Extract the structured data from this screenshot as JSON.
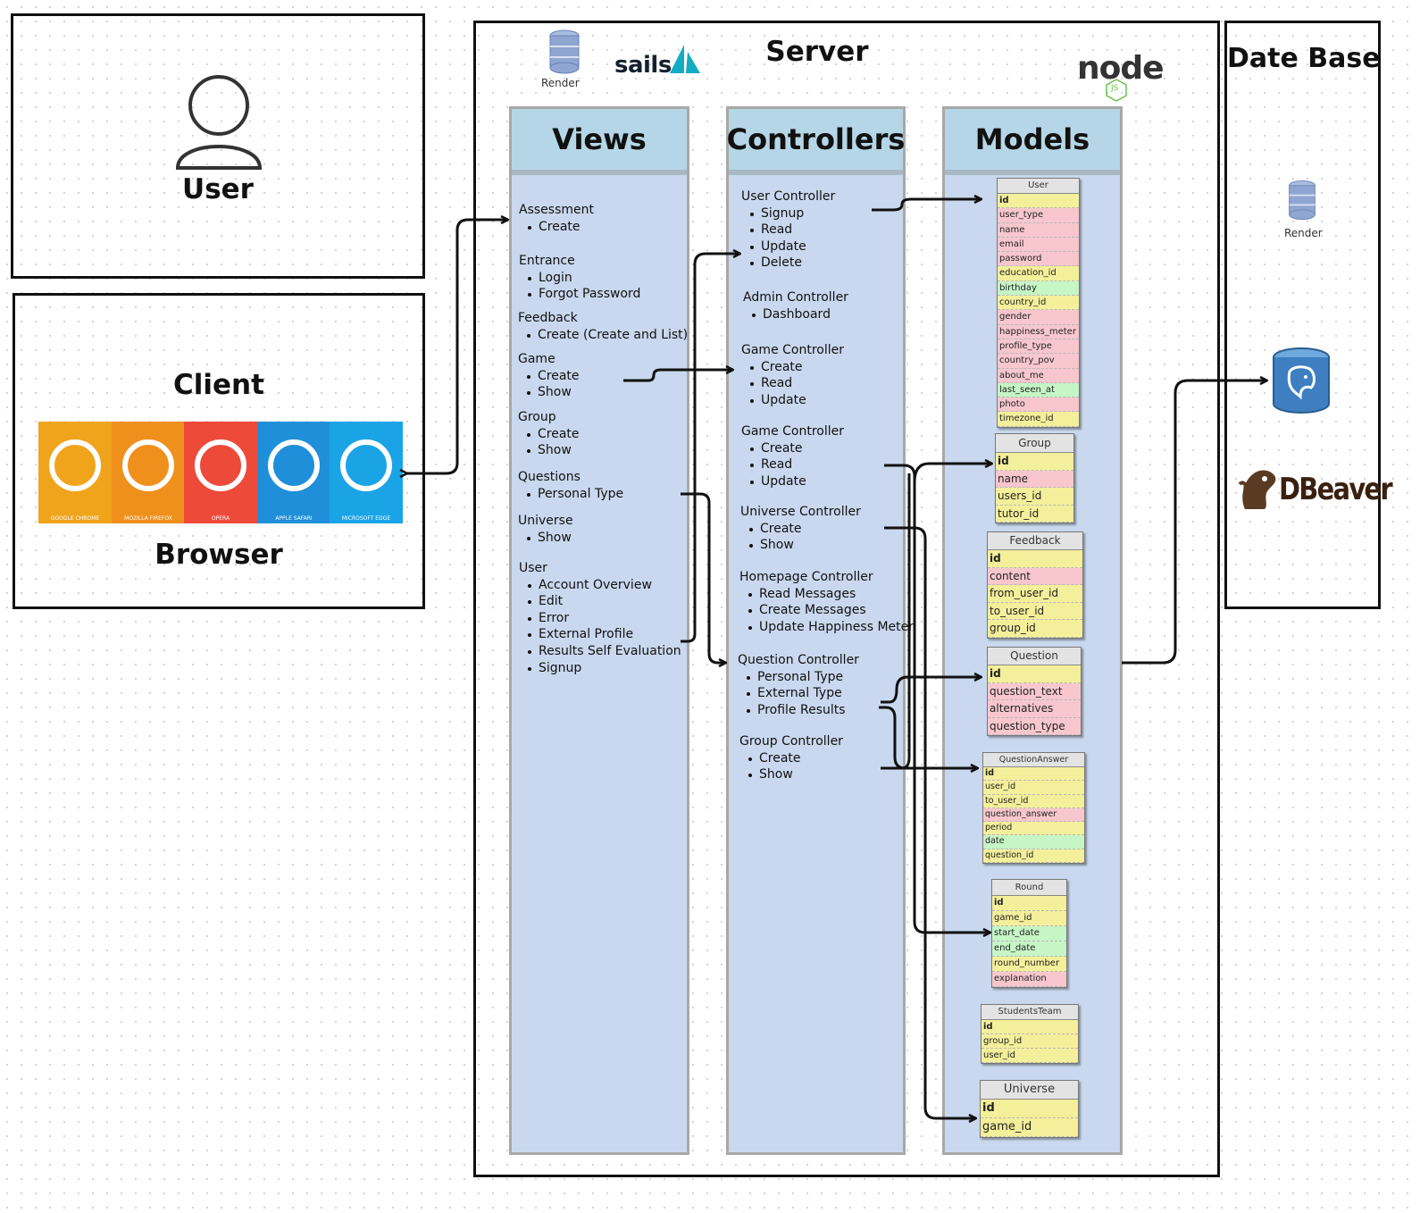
{
  "user_box": {
    "label": "User",
    "icon": "user-icon"
  },
  "client_box": {
    "title": "Client",
    "browsers_label": "Browser",
    "browsers": [
      {
        "name": "GOOGLE CHROME",
        "color": "#f0a41c"
      },
      {
        "name": "MOZILLA FIREFOX",
        "color": "#f0901c"
      },
      {
        "name": "OPERA",
        "color": "#ee4a3a"
      },
      {
        "name": "APPLE SAFARI",
        "color": "#1e8fd8"
      },
      {
        "name": "MICROSOFT EDGE",
        "color": "#1aa4e6"
      }
    ]
  },
  "server": {
    "title": "Server",
    "render_label": "Render",
    "sails_label": "sails",
    "node_label": "node",
    "node_sub": "JS"
  },
  "database": {
    "title": "Date Base",
    "render_label": "Render",
    "dbeaver_label": "DBeaver",
    "postgres_icon": "postgresql-elephant-icon"
  },
  "views": {
    "title": "Views",
    "groups": [
      {
        "title": "Assessment",
        "items": [
          "Create"
        ]
      },
      {
        "title": "Entrance",
        "items": [
          "Login",
          "Forgot Password"
        ]
      },
      {
        "title": "Feedback",
        "items": [
          "Create (Create and List)"
        ]
      },
      {
        "title": "Game",
        "items": [
          "Create",
          "Show"
        ]
      },
      {
        "title": "Group",
        "items": [
          "Create",
          "Show"
        ]
      },
      {
        "title": "Questions",
        "items": [
          "Personal Type"
        ]
      },
      {
        "title": "Universe",
        "items": [
          "Show"
        ]
      },
      {
        "title": "User",
        "items": [
          "Account Overview",
          "Edit",
          "Error",
          "External Profile",
          "Results Self Evaluation",
          "Signup"
        ]
      }
    ]
  },
  "controllers": {
    "title": "Controllers",
    "groups": [
      {
        "title": "User Controller",
        "items": [
          "Signup",
          "Read",
          "Update",
          "Delete"
        ]
      },
      {
        "title": "Admin Controller",
        "items": [
          "Dashboard"
        ]
      },
      {
        "title": "Game Controller",
        "items": [
          "Create",
          "Read",
          "Update"
        ]
      },
      {
        "title": "Game Controller",
        "items": [
          "Create",
          "Read",
          "Update"
        ]
      },
      {
        "title": "Universe Controller",
        "items": [
          "Create",
          "Show"
        ]
      },
      {
        "title": "Homepage Controller",
        "items": [
          "Read Messages",
          "Create Messages",
          "Update Happiness Meter"
        ]
      },
      {
        "title": "Question Controller",
        "items": [
          "Personal Type",
          "External Type",
          "Profile Results"
        ]
      },
      {
        "title": "Group Controller",
        "items": [
          "Create",
          "Show"
        ]
      }
    ]
  },
  "models": {
    "title": "Models",
    "tables": [
      {
        "name": "User",
        "fields": [
          {
            "n": "id",
            "c": "y",
            "b": true
          },
          {
            "n": "user_type",
            "c": "p"
          },
          {
            "n": "name",
            "c": "p"
          },
          {
            "n": "email",
            "c": "p"
          },
          {
            "n": "password",
            "c": "p"
          },
          {
            "n": "education_id",
            "c": "y"
          },
          {
            "n": "birthday",
            "c": "g"
          },
          {
            "n": "country_id",
            "c": "y"
          },
          {
            "n": "gender",
            "c": "p"
          },
          {
            "n": "happiness_meter",
            "c": "p"
          },
          {
            "n": "profile_type",
            "c": "p"
          },
          {
            "n": "country_pov",
            "c": "p"
          },
          {
            "n": "about_me",
            "c": "p"
          },
          {
            "n": "last_seen_at",
            "c": "g"
          },
          {
            "n": "photo",
            "c": "p"
          },
          {
            "n": "timezone_id",
            "c": "y"
          }
        ]
      },
      {
        "name": "Group",
        "fields": [
          {
            "n": "id",
            "c": "y",
            "b": true
          },
          {
            "n": "name",
            "c": "p"
          },
          {
            "n": "users_id",
            "c": "y"
          },
          {
            "n": "tutor_id",
            "c": "y"
          }
        ]
      },
      {
        "name": "Feedback",
        "fields": [
          {
            "n": "id",
            "c": "y",
            "b": true
          },
          {
            "n": "content",
            "c": "p"
          },
          {
            "n": "from_user_id",
            "c": "y"
          },
          {
            "n": "to_user_id",
            "c": "y"
          },
          {
            "n": "group_id",
            "c": "y"
          }
        ]
      },
      {
        "name": "Question",
        "fields": [
          {
            "n": "id",
            "c": "y",
            "b": true
          },
          {
            "n": "question_text",
            "c": "p"
          },
          {
            "n": "alternatives",
            "c": "p"
          },
          {
            "n": "question_type",
            "c": "p"
          }
        ]
      },
      {
        "name": "QuestionAnswer",
        "fields": [
          {
            "n": "id",
            "c": "y",
            "b": true
          },
          {
            "n": "user_id",
            "c": "y"
          },
          {
            "n": "to_user_id",
            "c": "y"
          },
          {
            "n": "question_answer",
            "c": "p"
          },
          {
            "n": "period",
            "c": "y"
          },
          {
            "n": "date",
            "c": "g"
          },
          {
            "n": "question_id",
            "c": "y"
          }
        ]
      },
      {
        "name": "Round",
        "fields": [
          {
            "n": "id",
            "c": "y",
            "b": true
          },
          {
            "n": "game_id",
            "c": "y"
          },
          {
            "n": "start_date",
            "c": "g"
          },
          {
            "n": "end_date",
            "c": "g"
          },
          {
            "n": "round_number",
            "c": "y"
          },
          {
            "n": "explanation",
            "c": "p"
          }
        ]
      },
      {
        "name": "StudentsTeam",
        "fields": [
          {
            "n": "id",
            "c": "y",
            "b": true
          },
          {
            "n": "group_id",
            "c": "y"
          },
          {
            "n": "user_id",
            "c": "y"
          }
        ]
      },
      {
        "name": "Universe",
        "fields": [
          {
            "n": "id",
            "c": "y",
            "b": true
          },
          {
            "n": "game_id",
            "c": "y"
          }
        ]
      }
    ]
  }
}
